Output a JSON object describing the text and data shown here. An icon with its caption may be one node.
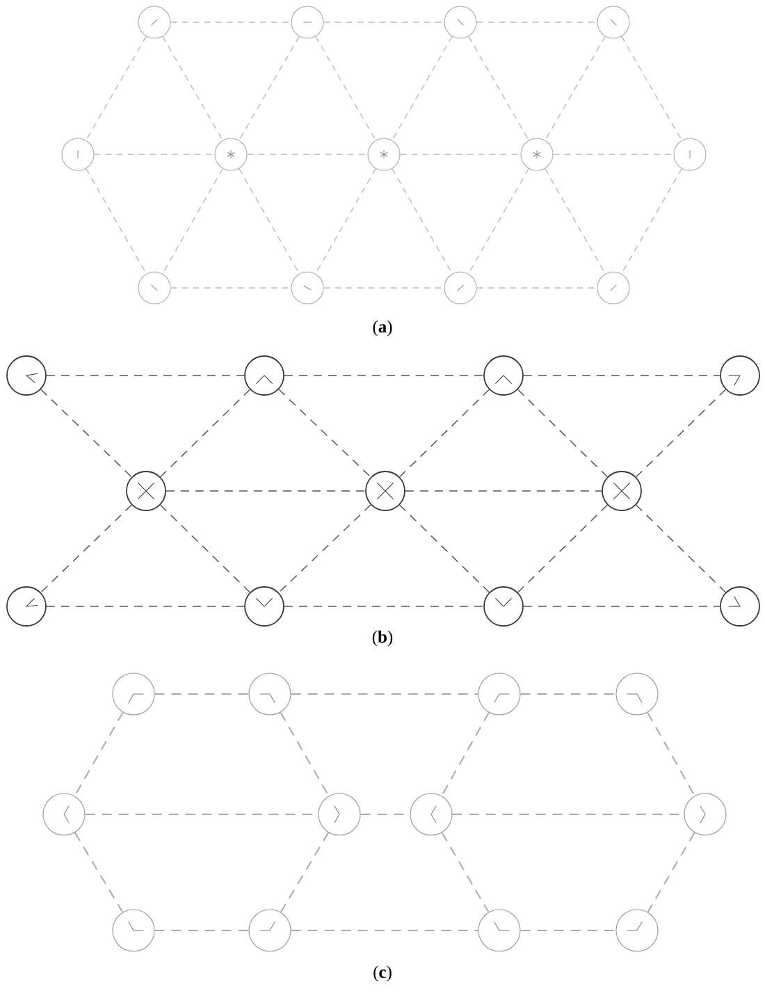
{
  "diagram": {
    "nodes": [
      {
        "text": [],
        "shape": "circle"
      },
      {
        "text": [],
        "shape": "circle"
      },
      {
        "text": [],
        "shape": "circle"
      },
      {
        "text": [],
        "shape": "circle"
      },
      {
        "text": [],
        "shape": "circle"
      },
      {
        "text": [],
        "shape": "circle"
      },
      {
        "text": [],
        "shape": "circle"
      },
      {
        "text": [],
        "shape": "circle"
      },
      {
        "text": [],
        "shape": "circle"
      },
      {
        "text": [],
        "shape": "circle"
      },
      {
        "text": [],
        "shape": "circle"
      },
      {
        "text": [],
        "shape": "circle"
      },
      {
        "text": [],
        "shape": "circle"
      },
      {
        "text": [],
        "shape": "circle"
      },
      {
        "text": [],
        "shape": "circle"
      },
      {
        "text": [],
        "shape": "circle"
      },
      {
        "text": [],
        "shape": "circle"
      },
      {
        "text": [],
        "shape": "circle"
      },
      {
        "text": [],
        "shape": "circle"
      },
      {
        "text": [],
        "shape": "circle"
      },
      {
        "text": [],
        "shape": "circle"
      },
      {
        "text": [],
        "shape": "circle"
      },
      {
        "text": [],
        "shape": "circle"
      },
      {
        "text": [],
        "shape": "circle"
      },
      {
        "text": [],
        "shape": "circle"
      },
      {
        "text": [],
        "shape": "circle"
      },
      {
        "text": [],
        "shape": "circle"
      },
      {
        "text": [],
        "shape": "circle"
      },
      {
        "text": [],
        "shape": "circle"
      },
      {
        "text": [],
        "shape": "circle"
      },
      {
        "text": [],
        "shape": "circle"
      },
      {
        "text": [],
        "shape": "circle"
      },
      {
        "text": [],
        "shape": "circle"
      },
      {
        "text": [],
        "shape": "circle"
      },
      {
        "text": [],
        "shape": "circle"
      },
      {
        "text": [],
        "shape": "circle"
      }
    ],
    "edges": [
      {
        "from": 0,
        "to": 1,
        "arrow": "none",
        "style": "dashed"
      },
      {
        "from": 1,
        "to": 2,
        "arrow": "none",
        "style": "dashed"
      },
      {
        "from": 2,
        "to": 3,
        "arrow": "none",
        "style": "dashed"
      },
      {
        "from": 4,
        "to": 5,
        "arrow": "none",
        "style": "dashed"
      },
      {
        "from": 5,
        "to": 6,
        "arrow": "none",
        "style": "dashed"
      },
      {
        "from": 6,
        "to": 7,
        "arrow": "none",
        "style": "dashed"
      },
      {
        "from": 7,
        "to": 8,
        "arrow": "none",
        "style": "dashed"
      },
      {
        "from": 9,
        "to": 10,
        "arrow": "none",
        "style": "dashed"
      },
      {
        "from": 10,
        "to": 11,
        "arrow": "none",
        "style": "dashed"
      },
      {
        "from": 11,
        "to": 12,
        "arrow": "none",
        "style": "dashed"
      },
      {
        "from": 0,
        "to": 4,
        "arrow": "none",
        "style": "dashed"
      },
      {
        "from": 0,
        "to": 5,
        "arrow": "none",
        "style": "dashed"
      },
      {
        "from": 1,
        "to": 5,
        "arrow": "none",
        "style": "dashed"
      },
      {
        "from": 1,
        "to": 6,
        "arrow": "none",
        "style": "dashed"
      },
      {
        "from": 2,
        "to": 6,
        "arrow": "none",
        "style": "dashed"
      },
      {
        "from": 2,
        "to": 7,
        "arrow": "none",
        "style": "dashed"
      },
      {
        "from": 3,
        "to": 7,
        "arrow": "none",
        "style": "dashed"
      },
      {
        "from": 3,
        "to": 8,
        "arrow": "none",
        "style": "dashed"
      },
      {
        "from": 4,
        "to": 9,
        "arrow": "none",
        "style": "dashed"
      },
      {
        "from": 5,
        "to": 9,
        "arrow": "none",
        "style": "dashed"
      },
      {
        "from": 5,
        "to": 10,
        "arrow": "none",
        "style": "dashed"
      },
      {
        "from": 6,
        "to": 10,
        "arrow": "none",
        "style": "dashed"
      },
      {
        "from": 6,
        "to": 11,
        "arrow": "none",
        "style": "dashed"
      },
      {
        "from": 7,
        "to": 11,
        "arrow": "none",
        "style": "dashed"
      },
      {
        "from": 7,
        "to": 12,
        "arrow": "none",
        "style": "dashed"
      },
      {
        "from": 8,
        "to": 12,
        "arrow": "none",
        "style": "dashed"
      },
      {
        "from": 13,
        "to": 14,
        "arrow": "none",
        "style": "dashed",
        "color": "#555555"
      },
      {
        "from": 14,
        "to": 15,
        "arrow": "none",
        "style": "dashed",
        "color": "#555555"
      },
      {
        "from": 15,
        "to": 16,
        "arrow": "none",
        "style": "dashed",
        "color": "#555555"
      },
      {
        "from": 17,
        "to": 18,
        "arrow": "none",
        "style": "dashed",
        "color": "#555555"
      },
      {
        "from": 18,
        "to": 19,
        "arrow": "none",
        "style": "dashed",
        "color": "#555555"
      },
      {
        "from": 20,
        "to": 21,
        "arrow": "none",
        "style": "dashed",
        "color": "#555555"
      },
      {
        "from": 21,
        "to": 22,
        "arrow": "none",
        "style": "dashed",
        "color": "#555555"
      },
      {
        "from": 22,
        "to": 23,
        "arrow": "none",
        "style": "dashed",
        "color": "#555555"
      },
      {
        "from": 13,
        "to": 17,
        "arrow": "none",
        "style": "dashed",
        "color": "#555555"
      },
      {
        "from": 14,
        "to": 17,
        "arrow": "none",
        "style": "dashed",
        "color": "#555555"
      },
      {
        "from": 14,
        "to": 18,
        "arrow": "none",
        "style": "dashed",
        "color": "#555555"
      },
      {
        "from": 15,
        "to": 18,
        "arrow": "none",
        "style": "dashed",
        "color": "#555555"
      },
      {
        "from": 15,
        "to": 19,
        "arrow": "none",
        "style": "dashed",
        "color": "#555555"
      },
      {
        "from": 16,
        "to": 19,
        "arrow": "none",
        "style": "dashed",
        "color": "#555555"
      },
      {
        "from": 17,
        "to": 20,
        "arrow": "none",
        "style": "dashed",
        "color": "#555555"
      },
      {
        "from": 17,
        "to": 21,
        "arrow": "none",
        "style": "dashed",
        "color": "#555555"
      },
      {
        "from": 18,
        "to": 21,
        "arrow": "none",
        "style": "dashed",
        "color": "#555555"
      },
      {
        "from": 18,
        "to": 22,
        "arrow": "none",
        "style": "dashed",
        "color": "#555555"
      },
      {
        "from": 19,
        "to": 22,
        "arrow": "none",
        "style": "dashed",
        "color": "#555555"
      },
      {
        "from": 19,
        "to": 23,
        "arrow": "none",
        "style": "dashed",
        "color": "#555555"
      },
      {
        "from": 24,
        "to": 25,
        "arrow": "none",
        "style": "dashed"
      },
      {
        "from": 25,
        "to": 26,
        "arrow": "none",
        "style": "dashed"
      },
      {
        "from": 26,
        "to": 27,
        "arrow": "none",
        "style": "dashed"
      },
      {
        "from": 28,
        "to": 29,
        "arrow": "none",
        "style": "dashed"
      },
      {
        "from": 29,
        "to": 30,
        "arrow": "none",
        "style": "dashed"
      },
      {
        "from": 30,
        "to": 31,
        "arrow": "none",
        "style": "dashed"
      },
      {
        "from": 32,
        "to": 33,
        "arrow": "none",
        "style": "dashed"
      },
      {
        "from": 33,
        "to": 34,
        "arrow": "none",
        "style": "dashed"
      },
      {
        "from": 34,
        "to": 35,
        "arrow": "none",
        "style": "dashed"
      },
      {
        "from": 24,
        "to": 28,
        "arrow": "none",
        "style": "dashed"
      },
      {
        "from": 25,
        "to": 29,
        "arrow": "none",
        "style": "dashed"
      },
      {
        "from": 28,
        "to": 32,
        "arrow": "none",
        "style": "dashed"
      },
      {
        "from": 29,
        "to": 33,
        "arrow": "none",
        "style": "dashed"
      },
      {
        "from": 26,
        "to": 30,
        "arrow": "none",
        "style": "dashed"
      },
      {
        "from": 27,
        "to": 31,
        "arrow": "none",
        "style": "dashed"
      },
      {
        "from": 30,
        "to": 34,
        "arrow": "none",
        "style": "dashed"
      },
      {
        "from": 31,
        "to": 35,
        "arrow": "none",
        "style": "dashed"
      }
    ],
    "labels": [
      "(**a**)",
      "(**b**)",
      "(**c**)"
    ]
  }
}
